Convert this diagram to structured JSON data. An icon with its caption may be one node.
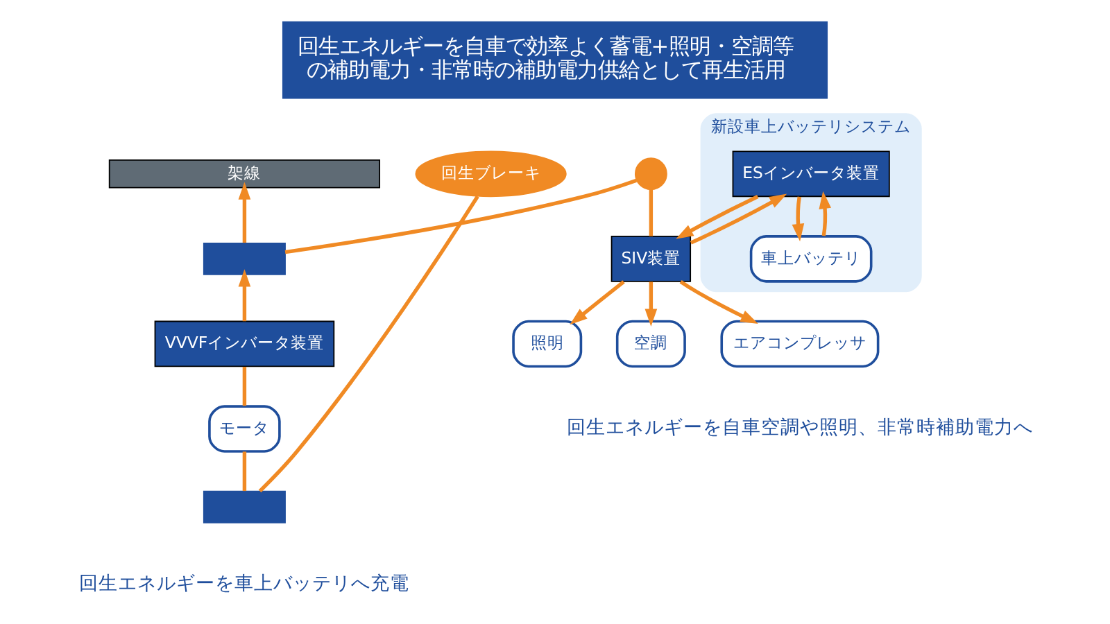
{
  "diagram": {
    "title": "回生エネルギーを自車で効率よく蓄電+照明・空調等の補助電力・非常時の補助電力供給として再生活用",
    "nodes": [
      {
        "text": [
          "架線"
        ]
      },
      {
        "text": [],
        "shape": "box"
      },
      {
        "text": [
          "VVVFインバータ装置"
        ]
      },
      {
        "text": [
          "モータ"
        ]
      },
      {
        "text": [],
        "shape": "box"
      },
      {
        "text": [
          "回生ブレーキ"
        ]
      },
      {
        "text": [],
        "shape": "circle"
      },
      {
        "text": [
          "SIV装置"
        ]
      },
      {
        "text": [
          "新設車上バッテリシステム"
        ]
      },
      {
        "text": [
          "ESインバータ装置"
        ],
        "in": 8
      },
      {
        "text": [
          "車上バッテリ"
        ],
        "in": 8
      },
      {
        "text": [
          "照明"
        ]
      },
      {
        "text": [
          "空調"
        ]
      },
      {
        "text": [
          "エアコンプレッサ"
        ]
      }
    ],
    "edges": [
      {
        "from": 1,
        "to": 0,
        "arrow": "to"
      },
      {
        "from": 4,
        "to": 3,
        "arrow": "none"
      },
      {
        "from": 3,
        "to": 2,
        "arrow": "none"
      },
      {
        "from": 2,
        "to": 1,
        "arrow": "to"
      },
      {
        "from": 1,
        "to": 6,
        "arrow": "none"
      },
      {
        "from": 6,
        "to": 7,
        "arrow": "none"
      },
      {
        "from": 7,
        "to": 11,
        "arrow": "to"
      },
      {
        "from": 7,
        "to": 12,
        "arrow": "to"
      },
      {
        "from": 7,
        "to": 13,
        "arrow": "to"
      },
      {
        "from": 7,
        "to": 9,
        "arrow": "to"
      },
      {
        "from": 9,
        "to": 7,
        "arrow": "to"
      },
      {
        "from": 9,
        "to": 10,
        "arrow": "to"
      },
      {
        "from": 10,
        "to": 9,
        "arrow": "to"
      },
      {
        "from": 5,
        "to": 4,
        "arrow": "none"
      }
    ],
    "labels": [
      "回生エネルギーを車上バッテリへ充電",
      "回生エネルギーを自車空調や照明、非常時補助電力へ"
    ]
  }
}
